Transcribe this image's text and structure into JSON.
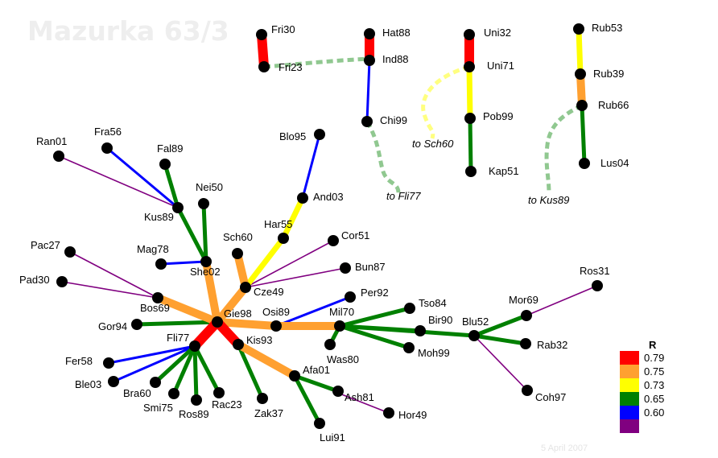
{
  "title": "Mazurka 63/3",
  "date": "5 April 2007",
  "legend": {
    "title": "R",
    "items": [
      {
        "label": "0.79",
        "color": "#ff0000"
      },
      {
        "label": "0.75",
        "color": "#ffa030"
      },
      {
        "label": "0.73",
        "color": "#ffff00"
      },
      {
        "label": "0.65",
        "color": "#008000"
      },
      {
        "label": "0.60",
        "color": "#0000ff"
      },
      {
        "label": "",
        "color": "#800080"
      }
    ]
  },
  "nodes": [
    {
      "id": "Fri30",
      "label": "Fri30"
    },
    {
      "id": "Fri23",
      "label": "Fri23"
    },
    {
      "id": "Hat88",
      "label": "Hat88"
    },
    {
      "id": "Ind88",
      "label": "Ind88"
    },
    {
      "id": "Chi99",
      "label": "Chi99"
    },
    {
      "id": "Uni32",
      "label": "Uni32"
    },
    {
      "id": "Uni71",
      "label": "Uni71"
    },
    {
      "id": "Pob99",
      "label": "Pob99"
    },
    {
      "id": "Kap51",
      "label": "Kap51"
    },
    {
      "id": "Rub53",
      "label": "Rub53"
    },
    {
      "id": "Rub39",
      "label": "Rub39"
    },
    {
      "id": "Rub66",
      "label": "Rub66"
    },
    {
      "id": "Lus04",
      "label": "Lus04"
    },
    {
      "id": "Ran01",
      "label": "Ran01"
    },
    {
      "id": "Fra56",
      "label": "Fra56"
    },
    {
      "id": "Fal89",
      "label": "Fal89"
    },
    {
      "id": "Nei50",
      "label": "Nei50"
    },
    {
      "id": "Kus89",
      "label": "Kus89"
    },
    {
      "id": "Blo95",
      "label": "Blo95"
    },
    {
      "id": "And03",
      "label": "And03"
    },
    {
      "id": "Har55",
      "label": "Har55"
    },
    {
      "id": "Sch60",
      "label": "Sch60"
    },
    {
      "id": "Cor51",
      "label": "Cor51"
    },
    {
      "id": "Bun87",
      "label": "Bun87"
    },
    {
      "id": "Pac27",
      "label": "Pac27"
    },
    {
      "id": "Mag78",
      "label": "Mag78"
    },
    {
      "id": "She02",
      "label": "She02"
    },
    {
      "id": "Pad30",
      "label": "Pad30"
    },
    {
      "id": "Cze49",
      "label": "Cze49"
    },
    {
      "id": "Bos69",
      "label": "Bos69"
    },
    {
      "id": "Gie98",
      "label": "Gie98"
    },
    {
      "id": "Osi89",
      "label": "Osi89"
    },
    {
      "id": "Per92",
      "label": "Per92"
    },
    {
      "id": "Mil70",
      "label": "Mil70"
    },
    {
      "id": "Tso84",
      "label": "Tso84"
    },
    {
      "id": "Bir90",
      "label": "Bir90"
    },
    {
      "id": "Blu52",
      "label": "Blu52"
    },
    {
      "id": "Mor69",
      "label": "Mor69"
    },
    {
      "id": "Ros31",
      "label": "Ros31"
    },
    {
      "id": "Rab32",
      "label": "Rab32"
    },
    {
      "id": "Coh97",
      "label": "Coh97"
    },
    {
      "id": "Moh99",
      "label": "Moh99"
    },
    {
      "id": "Was80",
      "label": "Was80"
    },
    {
      "id": "Gor94",
      "label": "Gor94"
    },
    {
      "id": "Fli77",
      "label": "Fli77"
    },
    {
      "id": "Kis93",
      "label": "Kis93"
    },
    {
      "id": "Fer58",
      "label": "Fer58"
    },
    {
      "id": "Ble03",
      "label": "Ble03"
    },
    {
      "id": "Bra60",
      "label": "Bra60"
    },
    {
      "id": "Smi75",
      "label": "Smi75"
    },
    {
      "id": "Ros89",
      "label": "Ros89"
    },
    {
      "id": "Rac23",
      "label": "Rac23"
    },
    {
      "id": "Zak37",
      "label": "Zak37"
    },
    {
      "id": "Afa01",
      "label": "Afa01"
    },
    {
      "id": "Ash81",
      "label": "Ash81"
    },
    {
      "id": "Lui91",
      "label": "Lui91"
    },
    {
      "id": "Hor49",
      "label": "Hor49"
    }
  ],
  "edges": [
    {
      "from": "Fri30",
      "to": "Fri23",
      "r": "0.79"
    },
    {
      "from": "Hat88",
      "to": "Ind88",
      "r": "0.79"
    },
    {
      "from": "Ind88",
      "to": "Chi99",
      "r": "0.60"
    },
    {
      "from": "Uni32",
      "to": "Uni71",
      "r": "0.79"
    },
    {
      "from": "Uni71",
      "to": "Pob99",
      "r": "0.73"
    },
    {
      "from": "Pob99",
      "to": "Kap51",
      "r": "0.65"
    },
    {
      "from": "Rub53",
      "to": "Rub39",
      "r": "0.73"
    },
    {
      "from": "Rub39",
      "to": "Rub66",
      "r": "0.75"
    },
    {
      "from": "Rub66",
      "to": "Lus04",
      "r": "0.65"
    },
    {
      "from": "Gie98",
      "to": "Fli77",
      "r": "0.79"
    },
    {
      "from": "Gie98",
      "to": "Kis93",
      "r": "0.79"
    },
    {
      "from": "Gie98",
      "to": "Bos69",
      "r": "0.75"
    },
    {
      "from": "Gie98",
      "to": "She02",
      "r": "0.75"
    },
    {
      "from": "Gie98",
      "to": "Cze49",
      "r": "0.75"
    },
    {
      "from": "Gie98",
      "to": "Osi89",
      "r": "0.75"
    },
    {
      "from": "Osi89",
      "to": "Mil70",
      "r": "0.75"
    },
    {
      "from": "Kis93",
      "to": "Afa01",
      "r": "0.75"
    },
    {
      "from": "Cze49",
      "to": "Sch60",
      "r": "0.75"
    },
    {
      "from": "Cze49",
      "to": "Har55",
      "r": "0.73"
    },
    {
      "from": "Har55",
      "to": "And03",
      "r": "0.73"
    },
    {
      "from": "Gie98",
      "to": "Gor94",
      "r": "0.65"
    },
    {
      "from": "She02",
      "to": "Nei50",
      "r": "0.65"
    },
    {
      "from": "She02",
      "to": "Kus89",
      "r": "0.65"
    },
    {
      "from": "Kus89",
      "to": "Fal89",
      "r": "0.65"
    },
    {
      "from": "Fli77",
      "to": "Bra60",
      "r": "0.65"
    },
    {
      "from": "Fli77",
      "to": "Smi75",
      "r": "0.65"
    },
    {
      "from": "Fli77",
      "to": "Ros89",
      "r": "0.65"
    },
    {
      "from": "Fli77",
      "to": "Rac23",
      "r": "0.65"
    },
    {
      "from": "Kis93",
      "to": "Zak37",
      "r": "0.65"
    },
    {
      "from": "Afa01",
      "to": "Lui91",
      "r": "0.65"
    },
    {
      "from": "Afa01",
      "to": "Ash81",
      "r": "0.65"
    },
    {
      "from": "Mil70",
      "to": "Tso84",
      "r": "0.65"
    },
    {
      "from": "Mil70",
      "to": "Bir90",
      "r": "0.65"
    },
    {
      "from": "Mil70",
      "to": "Moh99",
      "r": "0.65"
    },
    {
      "from": "Mil70",
      "to": "Was80",
      "r": "0.65"
    },
    {
      "from": "Mil70",
      "to": "Blu52",
      "r": "0.65"
    },
    {
      "from": "Blu52",
      "to": "Mor69",
      "r": "0.65"
    },
    {
      "from": "Blu52",
      "to": "Rab32",
      "r": "0.65"
    },
    {
      "from": "Kus89",
      "to": "Fra56",
      "r": "0.60"
    },
    {
      "from": "She02",
      "to": "Mag78",
      "r": "0.60"
    },
    {
      "from": "And03",
      "to": "Blo95",
      "r": "0.60"
    },
    {
      "from": "Osi89",
      "to": "Per92",
      "r": "0.60"
    },
    {
      "from": "Fli77",
      "to": "Fer58",
      "r": "0.60"
    },
    {
      "from": "Fli77",
      "to": "Ble03",
      "r": "0.60"
    },
    {
      "from": "Kus89",
      "to": "Ran01",
      "r": "low"
    },
    {
      "from": "Bos69",
      "to": "Pac27",
      "r": "low"
    },
    {
      "from": "Bos69",
      "to": "Pad30",
      "r": "low"
    },
    {
      "from": "Cze49",
      "to": "Cor51",
      "r": "low"
    },
    {
      "from": "Cze49",
      "to": "Bun87",
      "r": "low"
    },
    {
      "from": "Afa01",
      "to": "Hor49",
      "r": "low"
    },
    {
      "from": "Mor69",
      "to": "Ros31",
      "r": "low"
    },
    {
      "from": "Blu52",
      "to": "Coh97",
      "r": "low"
    }
  ],
  "external_links": [
    {
      "from": "Fri23",
      "to": "Ind88",
      "label": "",
      "color": "#90c890"
    },
    {
      "from": "Chi99",
      "label": "to Fli77",
      "color": "#90c890"
    },
    {
      "from": "Uni71",
      "label": "to Sch60",
      "color": "#ffff80"
    },
    {
      "from": "Rub66",
      "label": "to Kus89",
      "color": "#90c890"
    }
  ]
}
